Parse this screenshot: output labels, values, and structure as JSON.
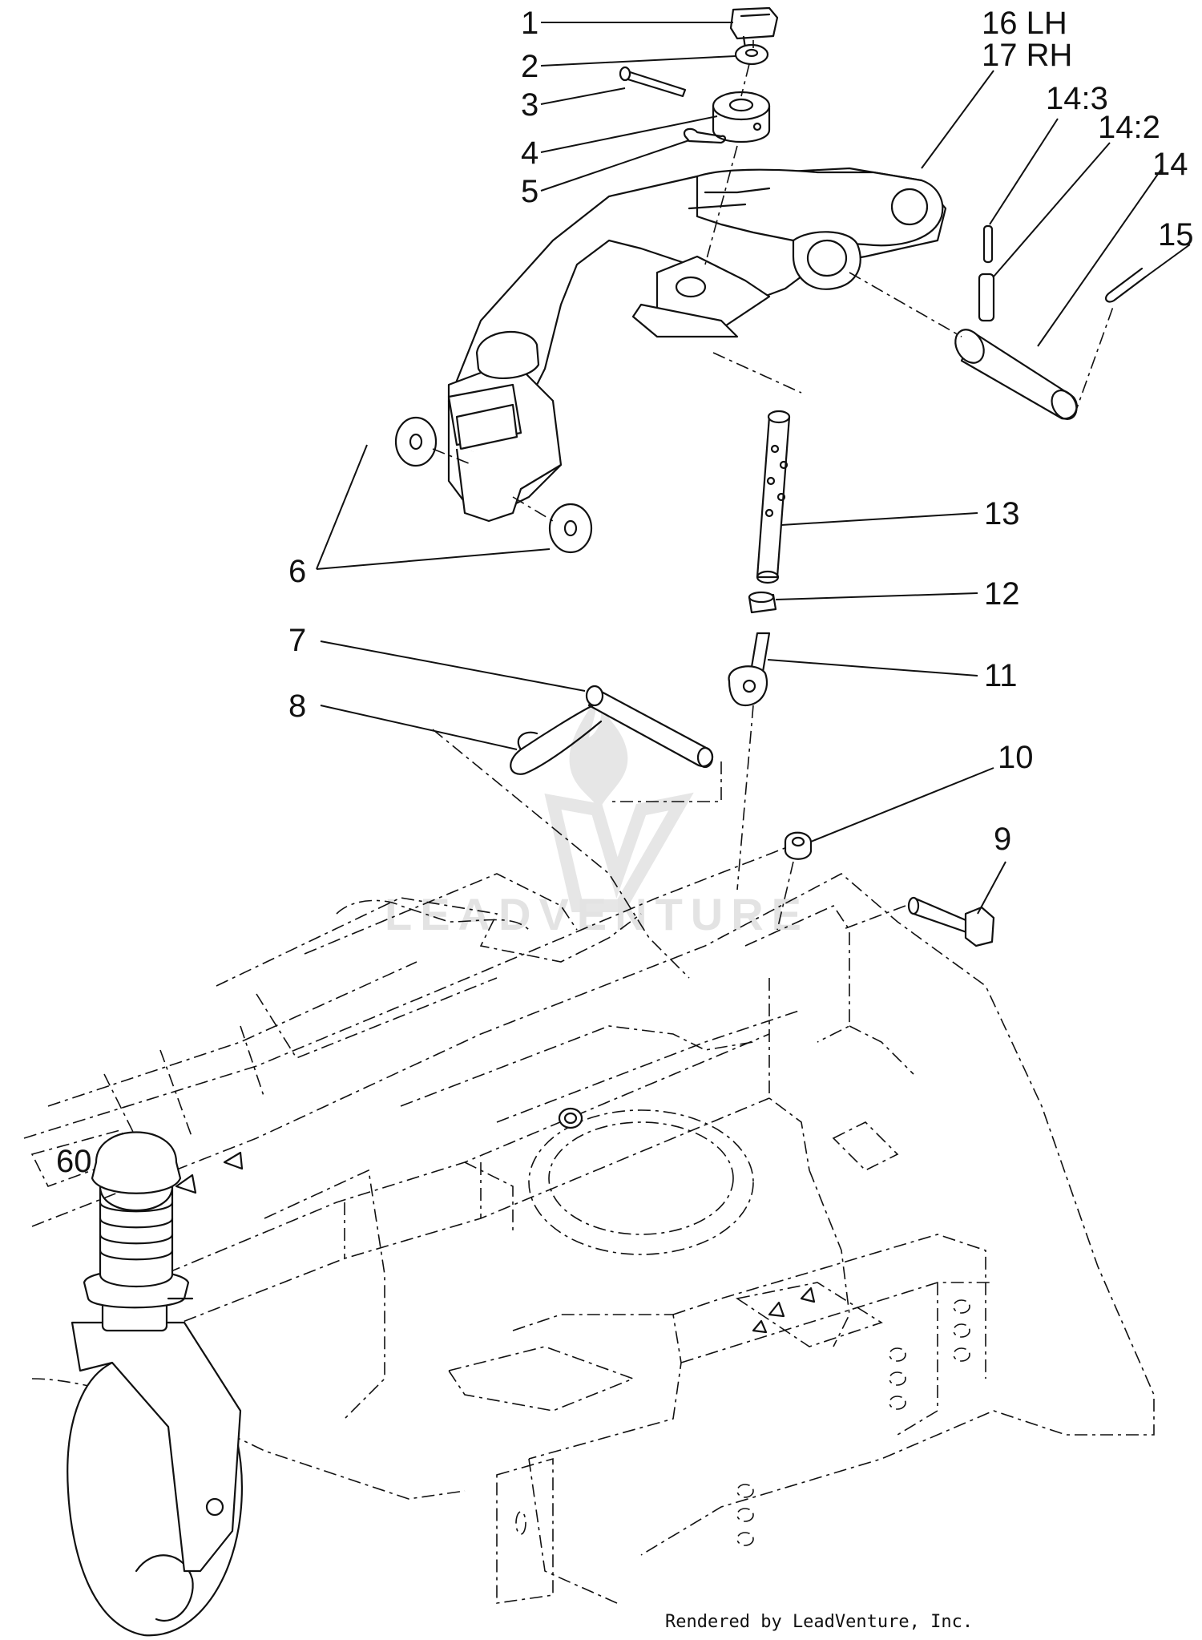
{
  "callouts": [
    {
      "id": "1",
      "label": "1"
    },
    {
      "id": "2",
      "label": "2"
    },
    {
      "id": "3",
      "label": "3"
    },
    {
      "id": "4",
      "label": "4"
    },
    {
      "id": "5",
      "label": "5"
    },
    {
      "id": "6",
      "label": "6"
    },
    {
      "id": "7",
      "label": "7"
    },
    {
      "id": "8",
      "label": "8"
    },
    {
      "id": "9",
      "label": "9"
    },
    {
      "id": "10",
      "label": "10"
    },
    {
      "id": "11",
      "label": "11"
    },
    {
      "id": "12",
      "label": "12"
    },
    {
      "id": "13",
      "label": "13"
    },
    {
      "id": "14",
      "label": "14"
    },
    {
      "id": "14-2",
      "label": "14:2"
    },
    {
      "id": "14-3",
      "label": "14:3"
    },
    {
      "id": "15",
      "label": "15"
    },
    {
      "id": "16",
      "label": "16 LH"
    },
    {
      "id": "17",
      "label": "17 RH"
    }
  ],
  "watermark": {
    "text": "LEADVENTURE"
  },
  "deck_mark": {
    "text": "60"
  },
  "footer": {
    "text": "Rendered by LeadVenture, Inc."
  },
  "colors": {
    "ink": "#111111",
    "paper": "#ffffff",
    "watermark": "#e3e3e3"
  }
}
